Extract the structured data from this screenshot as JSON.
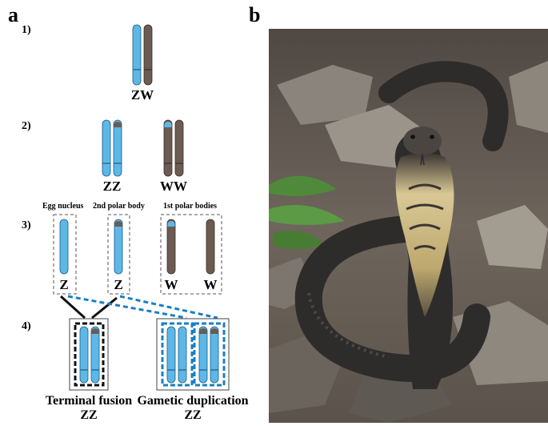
{
  "panels": {
    "a": "a",
    "b": "b"
  },
  "steps": [
    "1)",
    "2)",
    "3)",
    "4)"
  ],
  "step1": {
    "label": "ZW"
  },
  "step2": {
    "left_label": "ZZ",
    "right_label": "WW"
  },
  "step3": {
    "egg_nucleus": "Egg nucleus",
    "second_polar_body": "2nd polar body",
    "first_polar_bodies": "1st polar bodies",
    "labels": [
      "Z",
      "Z",
      "W",
      "W"
    ]
  },
  "step4": {
    "terminal_fusion": {
      "title": "Terminal fusion",
      "genotype": "ZZ"
    },
    "gametic_duplication": {
      "title": "Gametic duplication",
      "genotype": "ZZ"
    }
  },
  "colors": {
    "z_chromosome": "#5db8e8",
    "w_chromosome": "#6b5b52",
    "chromosome_outline": "#1d5a80",
    "dashed_black": "#111111",
    "dashed_blue": "#1a7fc4",
    "photo_ground": "#7a7068",
    "snake_body": "#2e2c2b",
    "snake_hood": "#c9b98a"
  },
  "photo": {
    "subject": "king cobra with raised hood"
  }
}
